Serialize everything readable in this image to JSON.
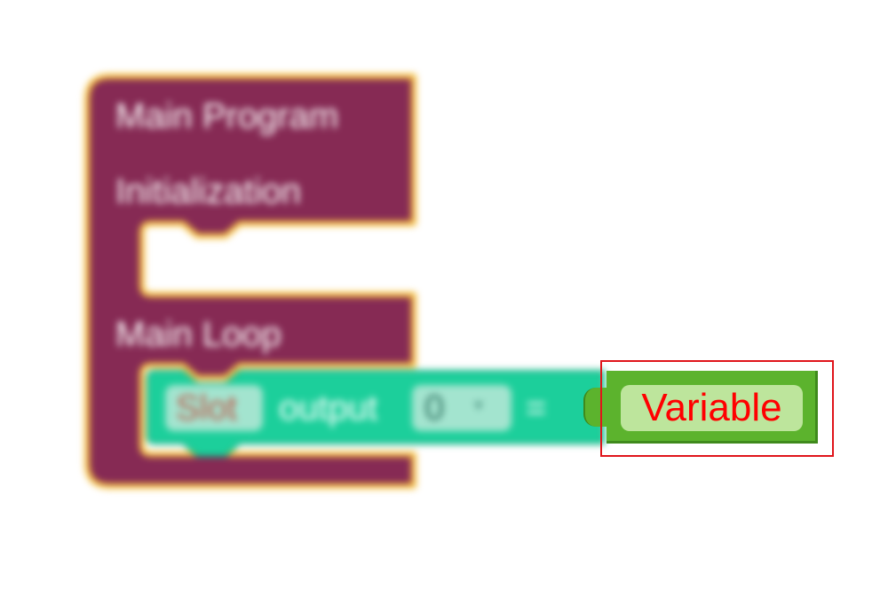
{
  "main_block": {
    "title": "Main Program",
    "init_label": "Initialization",
    "loop_label": "Main Loop"
  },
  "output_block": {
    "slot_label": "Slot",
    "output_label": "output",
    "channel_value": "0",
    "dropdown_arrow": "▼",
    "equals": "="
  },
  "variable_block": {
    "field_label": "Variable"
  },
  "colors": {
    "main_block": "#862a54",
    "main_block_outline": "#f6c141",
    "output_block": "#1ccf9b",
    "variable_block": "#5cb32d",
    "variable_field": "#bde59c",
    "highlight": "#e0141a"
  }
}
